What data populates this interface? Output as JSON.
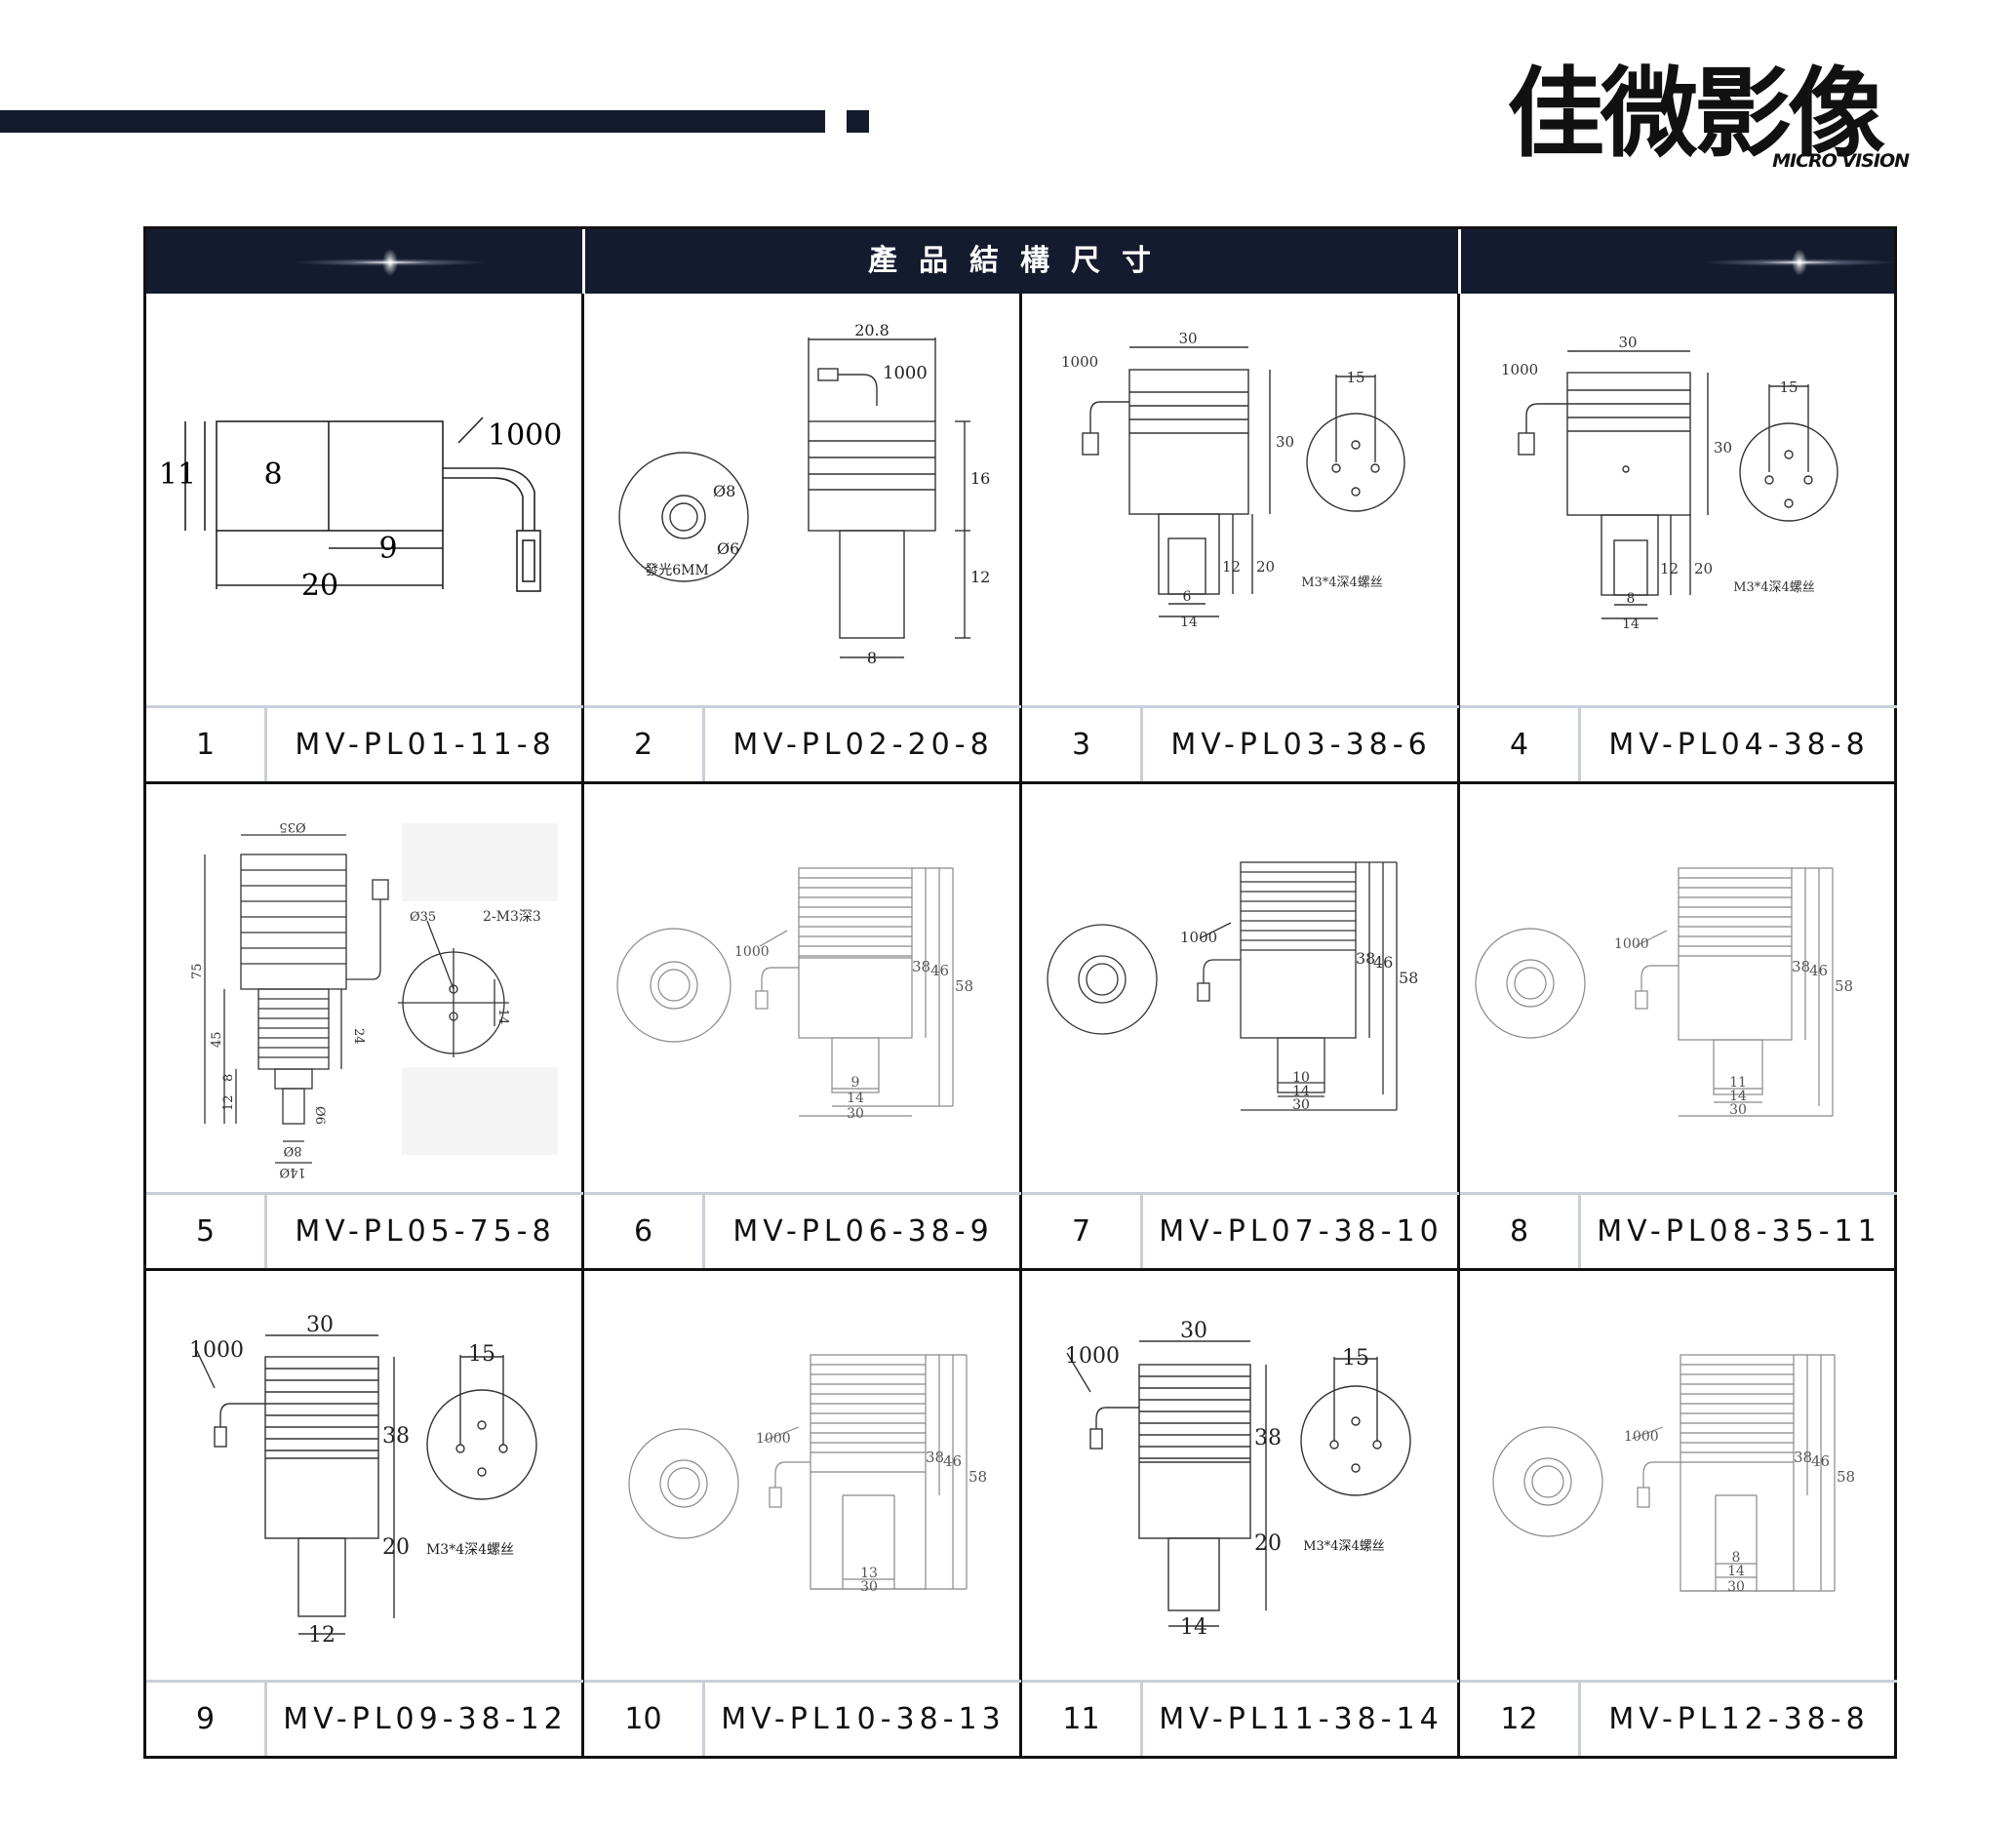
{
  "brand": {
    "name_cn": "佳微影像",
    "name_en": "MICRO VISION"
  },
  "table": {
    "title": "產品結構尺寸",
    "rows": [
      [
        {
          "num": "1",
          "model": "MV-PL01-11-8"
        },
        {
          "num": "2",
          "model": "MV-PL02-20-8"
        },
        {
          "num": "3",
          "model": "MV-PL03-38-6"
        },
        {
          "num": "4",
          "model": "MV-PL04-38-8"
        }
      ],
      [
        {
          "num": "5",
          "model": "MV-PL05-75-8"
        },
        {
          "num": "6",
          "model": "MV-PL06-38-9"
        },
        {
          "num": "7",
          "model": "MV-PL07-38-10"
        },
        {
          "num": "8",
          "model": "MV-PL08-35-11"
        }
      ],
      [
        {
          "num": "9",
          "model": "MV-PL09-38-12"
        },
        {
          "num": "10",
          "model": "MV-PL10-38-13"
        },
        {
          "num": "11",
          "model": "MV-PL11-38-14"
        },
        {
          "num": "12",
          "model": "MV-PL12-38-8"
        }
      ]
    ]
  },
  "drawings": {
    "d1": {
      "h": "11",
      "inner": "8",
      "cable": "1000",
      "w": "9",
      "len": "20"
    },
    "d2": {
      "top": "20.8",
      "cable": "1000",
      "a": "16",
      "b": "12",
      "base": "8",
      "d1": "Ø8",
      "d2": "Ø6",
      "note": "發光6MM"
    },
    "d3": {
      "top": "30",
      "cable": "1000",
      "h": "30",
      "b": "12",
      "c": "20",
      "w1": "6",
      "w2": "14",
      "face": "15",
      "note": "M3*4深4螺丝"
    },
    "d4": {
      "top": "30",
      "cable": "1000",
      "h": "30",
      "b": "12",
      "c": "20",
      "w1": "8",
      "w2": "14",
      "face": "15",
      "note": "M3*4深4螺丝"
    },
    "d5": {
      "top": "Ø35",
      "h75": "75",
      "h45": "45",
      "h8": "8",
      "h12": "12",
      "h24": "24",
      "w8": "8Ø",
      "w14": "14Ø",
      "w6": "Ø6",
      "face": "Ø35",
      "holes": "2-M3深3",
      "h14": "14"
    },
    "d6": {
      "cable": "1000",
      "a": "38",
      "b": "46",
      "c": "58",
      "w1": "9",
      "w2": "14",
      "w3": "30"
    },
    "d7": {
      "cable": "1000",
      "a": "38",
      "b": "46",
      "c": "58",
      "w1": "10",
      "w2": "14",
      "w3": "30"
    },
    "d8": {
      "cable": "1000",
      "a": "38",
      "b": "46",
      "c": "58",
      "w1": "11",
      "w2": "14",
      "w3": "30"
    },
    "d9": {
      "top": "30",
      "cable": "1000",
      "h": "38",
      "c": "20",
      "w": "12",
      "face": "15",
      "note": "M3*4深4螺丝"
    },
    "d10": {
      "cable": "1000",
      "a": "38",
      "b": "46",
      "c": "58",
      "w1": "13",
      "w3": "30"
    },
    "d11": {
      "top": "30",
      "cable": "1000",
      "h": "38",
      "c": "20",
      "w": "14",
      "face": "15",
      "note": "M3*4深4螺丝"
    },
    "d12": {
      "cable": "1000",
      "a": "38",
      "b": "46",
      "c": "58",
      "w1": "8",
      "w2": "14",
      "w3": "30"
    }
  }
}
